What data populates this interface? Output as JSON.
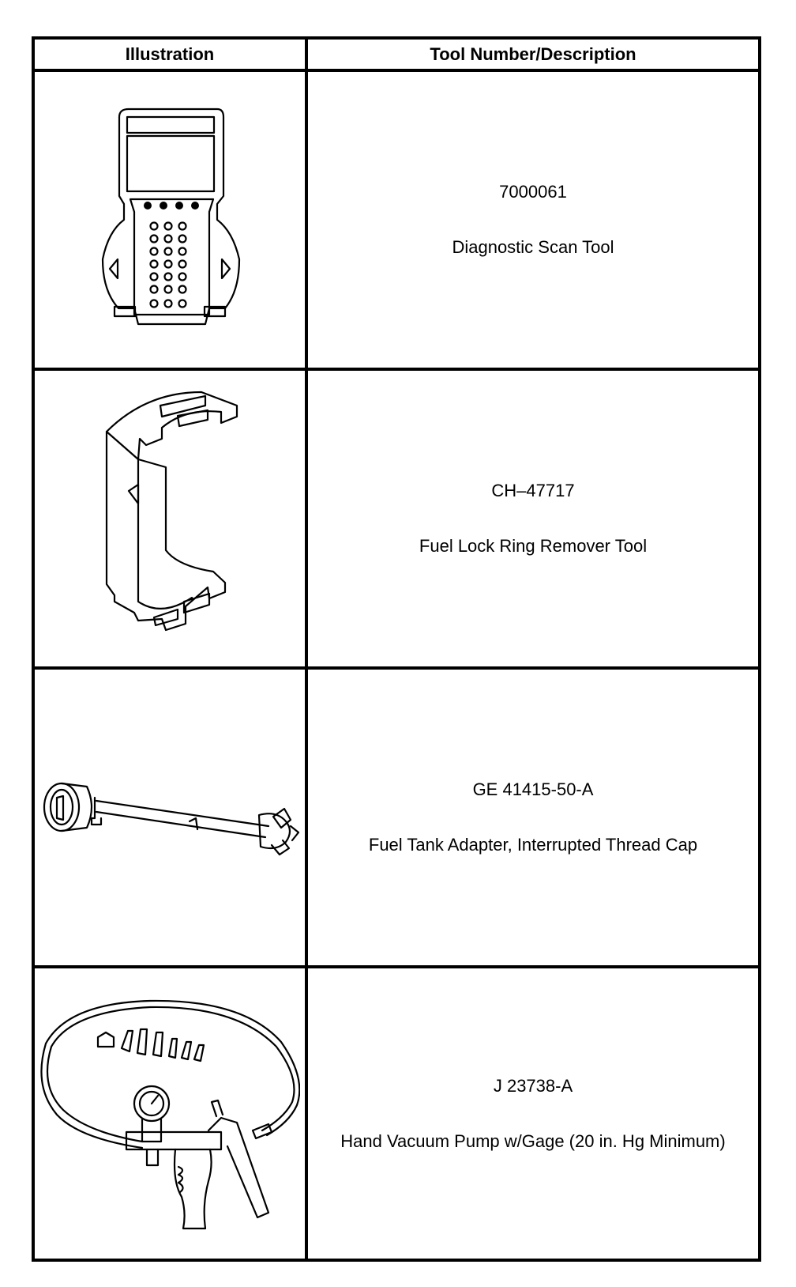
{
  "table": {
    "headers": {
      "illustration": "Illustration",
      "tool": "Tool Number/Description"
    },
    "rows": [
      {
        "icon": "diagnostic-scan-tool-icon",
        "number": "7000061",
        "description": "Diagnostic Scan Tool"
      },
      {
        "icon": "fuel-lock-ring-remover-icon",
        "number": "CH–47717",
        "description": "Fuel Lock Ring Remover Tool"
      },
      {
        "icon": "fuel-tank-adapter-icon",
        "number": "GE 41415-50-A",
        "description": "Fuel Tank Adapter, Interrupted Thread Cap"
      },
      {
        "icon": "hand-vacuum-pump-icon",
        "number": "J 23738-A",
        "description": "Hand Vacuum Pump w/Gage (20 in. Hg Minimum)"
      }
    ]
  }
}
